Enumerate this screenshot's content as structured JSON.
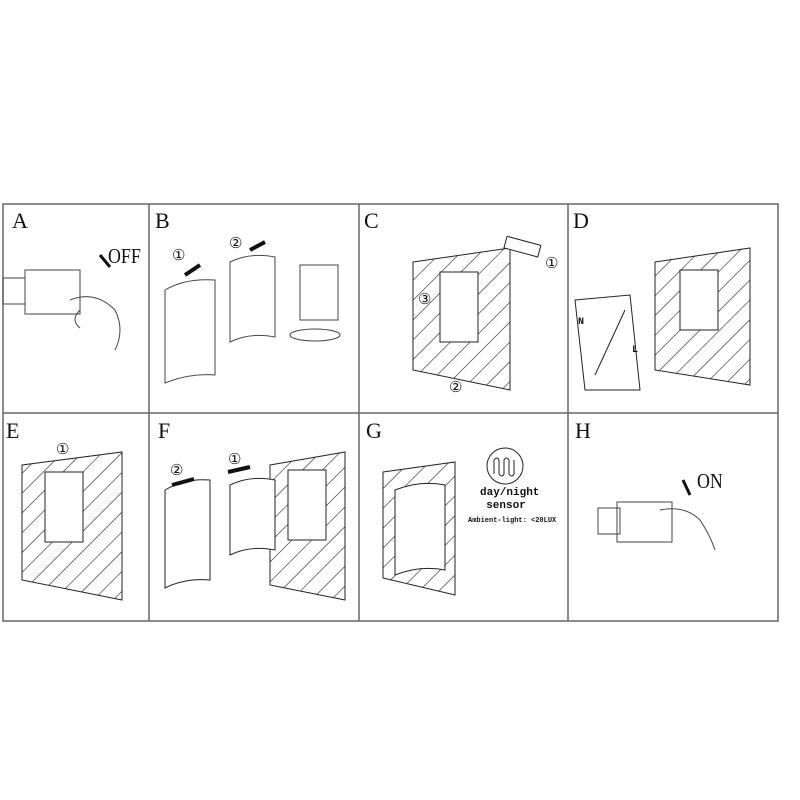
{
  "panels": [
    {
      "label": "A",
      "text": "OFF"
    },
    {
      "label": "B",
      "steps": [
        "①",
        "②"
      ]
    },
    {
      "label": "C",
      "steps": [
        "①",
        "③",
        "②"
      ]
    },
    {
      "label": "D",
      "wires": [
        "N",
        "L"
      ]
    },
    {
      "label": "E",
      "steps": [
        "①"
      ]
    },
    {
      "label": "F",
      "steps": [
        "②",
        "①"
      ]
    },
    {
      "label": "G",
      "sensor_line1": "day/night",
      "sensor_line2": "sensor",
      "ambient": "Ambient-light: <20LUX"
    },
    {
      "label": "H",
      "text": "ON"
    }
  ],
  "colors": {
    "line": "#555555",
    "ink": "#111111"
  }
}
